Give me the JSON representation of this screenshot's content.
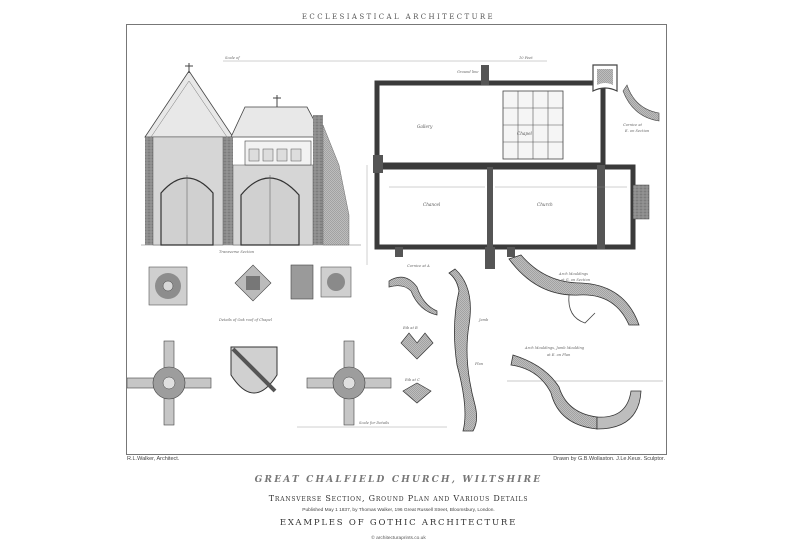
{
  "plate_header": "ECCLESIASTICAL ARCHITECTURE",
  "drawing": {
    "scale_plan": "Scale of",
    "feet_plan": "10 Feet",
    "scale_details": "Scale for Details",
    "ground_line": "Ground line",
    "transverse_section": "Transverse Section",
    "details_caption": "Details of Oak roof of Chapel",
    "room_gallery": "Gallery",
    "room_chapel_upper": "Chapel",
    "room_chancel": "Chancel",
    "room_church": "Church",
    "arch_mouldings_a": "Arch Mouldings",
    "arch_mouldings_a2": "at G. on Section",
    "arch_mouldings_b": "Arch Mouldings, Jamb Moulding",
    "arch_mouldings_b2": "at E. on Plan",
    "cornice_a": "Cornice at",
    "cornice_a2": "E. on Section",
    "cornice_b": "Cornice at A",
    "rib_a": "Rib at B",
    "rib_b": "Rib at C",
    "jamb": "Jamb",
    "plan": "Plan"
  },
  "credits": {
    "left": "R.L.Walker, Architect.",
    "right": "Drawn by G.B.Wollaston. J.Le.Keux. Sculptor."
  },
  "title": "GREAT CHALFIELD CHURCH, WILTSHIRE",
  "subtitle": "Transverse Section, Ground Plan and Various Details",
  "published": "Published May 1 1837, by Thomas Walker, 196 Great Russell Street, Bloomsbury, London.",
  "series": "EXAMPLES OF GOTHIC ARCHITECTURE",
  "watermark": "© architecturaprints.co.uk"
}
